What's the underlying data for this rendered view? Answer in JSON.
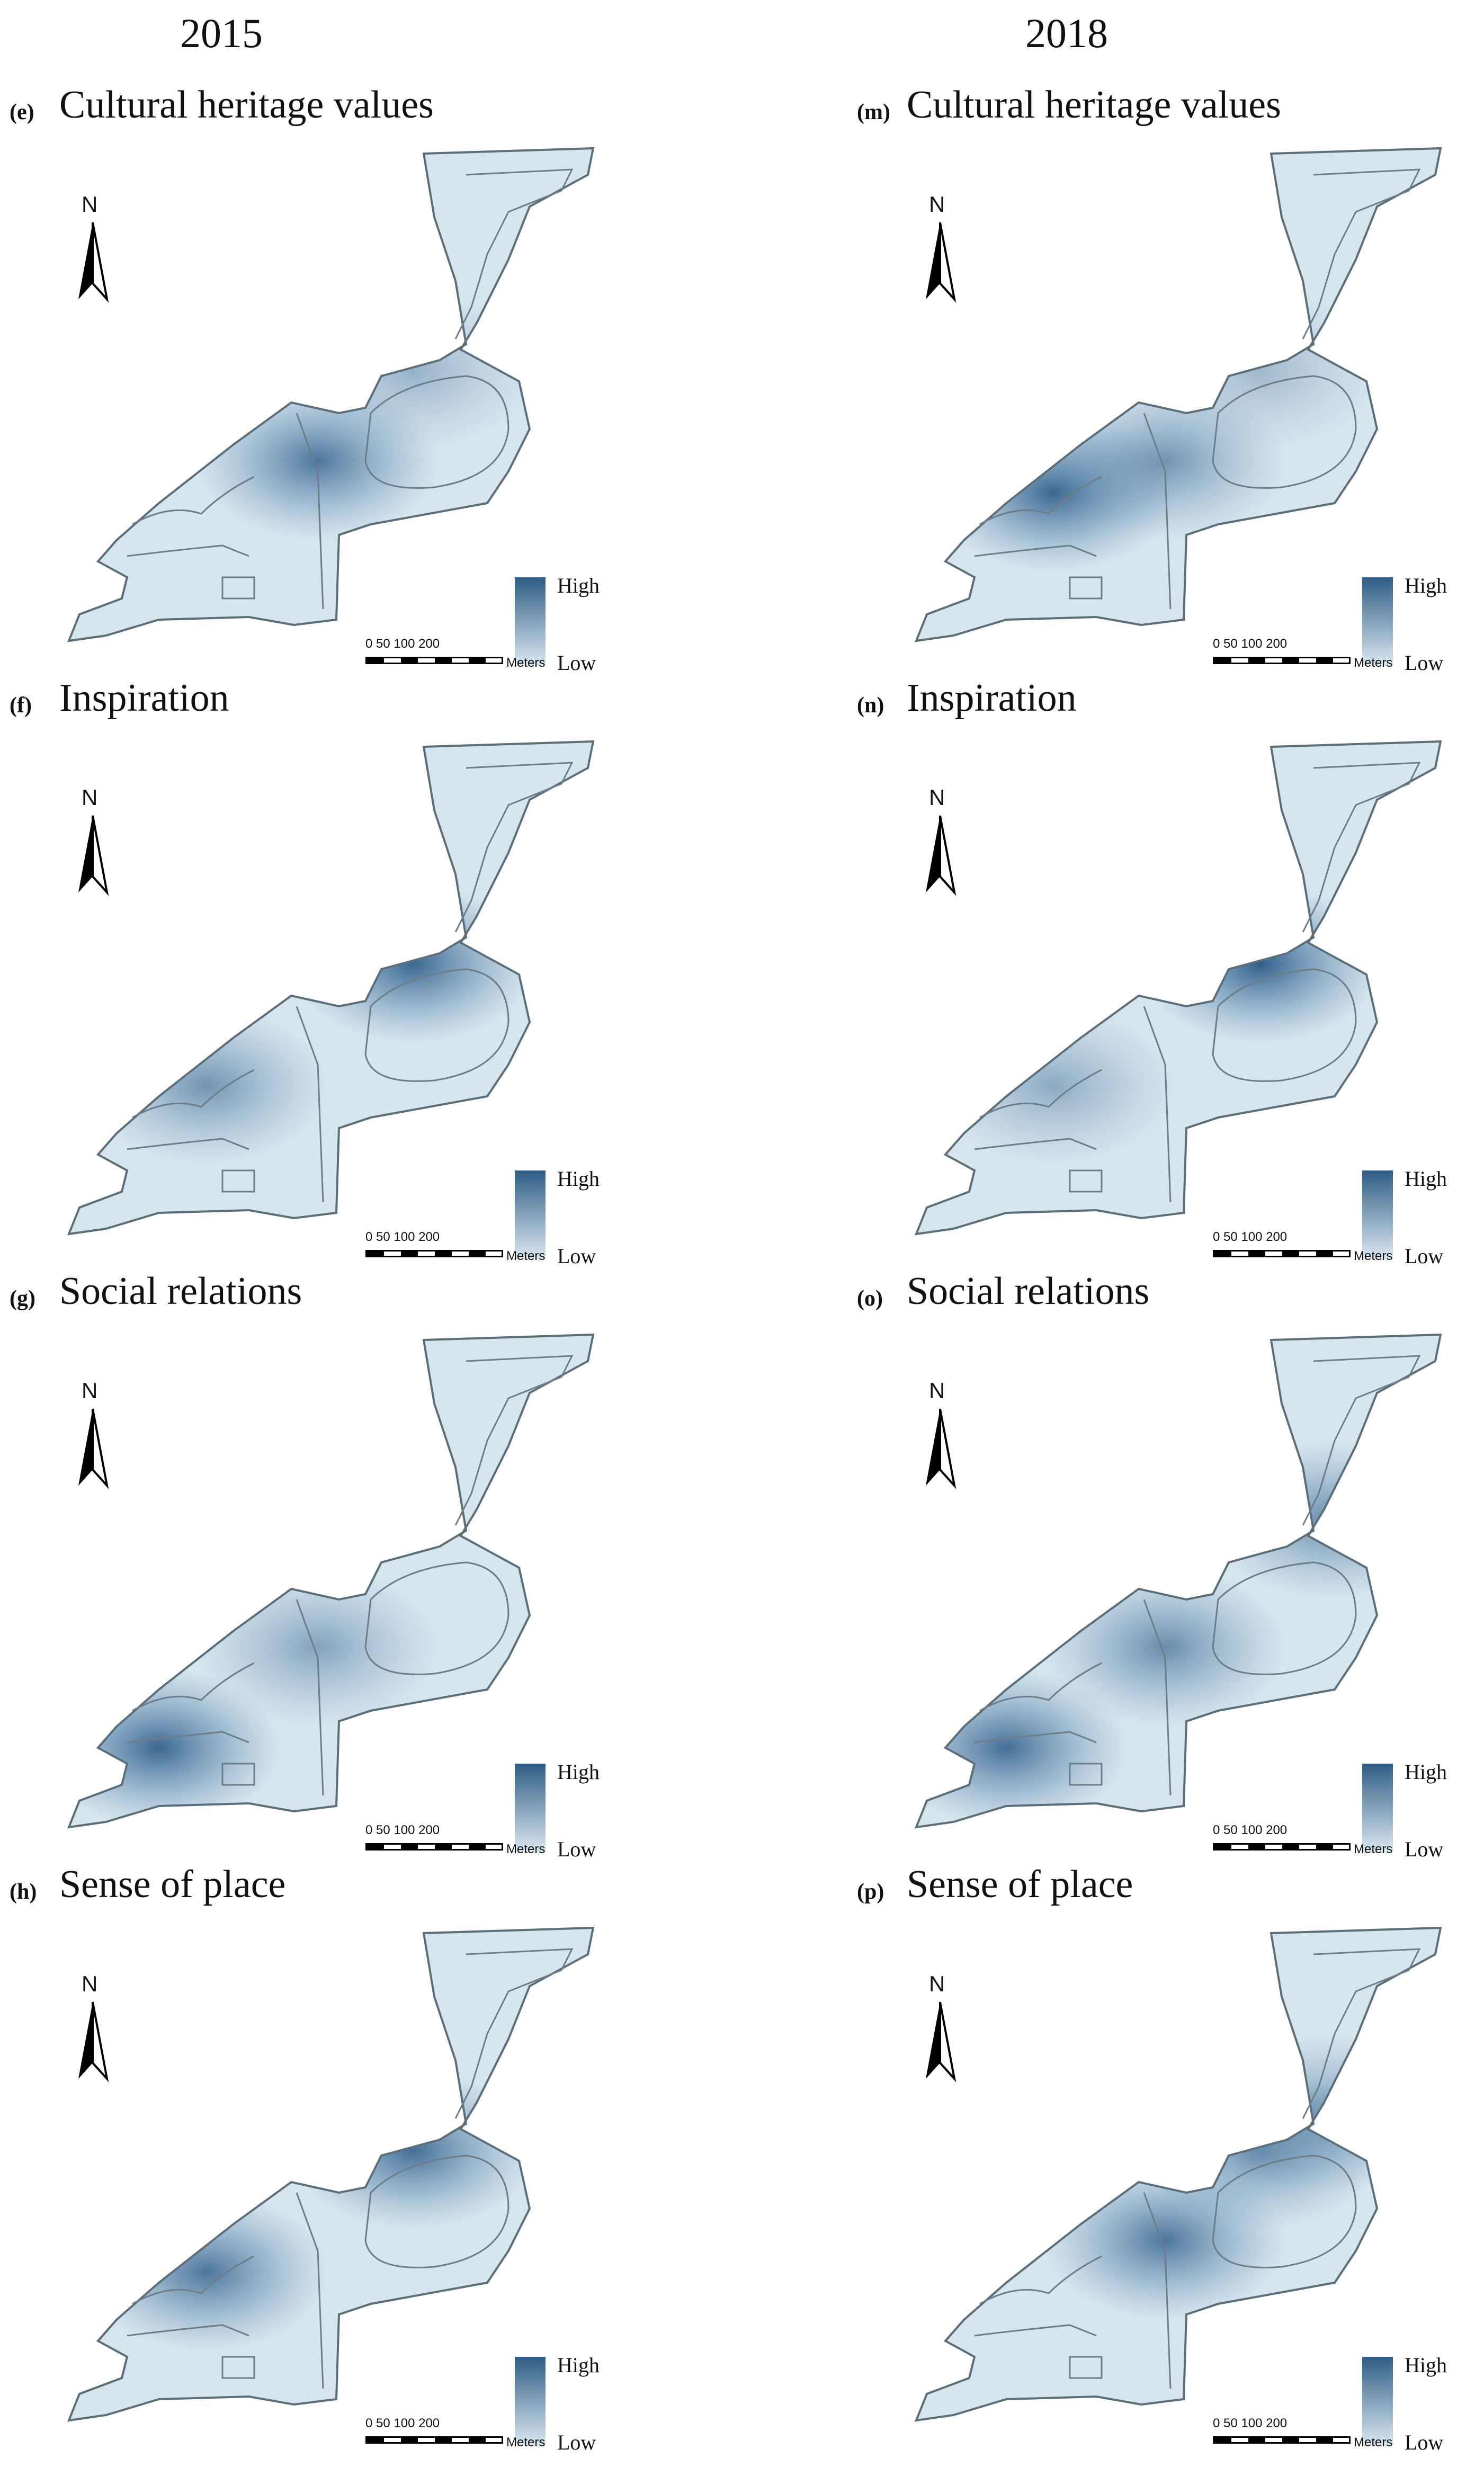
{
  "headers": {
    "left": "2015",
    "right": "2018"
  },
  "panels": [
    {
      "label": "(e)",
      "title": "Cultural heritage values",
      "hotspots": [
        [
          "middle",
          0.75
        ],
        [
          "east",
          0.35
        ]
      ]
    },
    {
      "label": "(m)",
      "title": "Cultural heritage values",
      "hotspots": [
        [
          "west",
          0.85
        ],
        [
          "middle",
          0.55
        ],
        [
          "east",
          0.3
        ]
      ]
    },
    {
      "label": "(f)",
      "title": "Inspiration",
      "hotspots": [
        [
          "east",
          0.85
        ],
        [
          "west",
          0.55
        ]
      ]
    },
    {
      "label": "(n)",
      "title": "Inspiration",
      "hotspots": [
        [
          "east",
          0.9
        ],
        [
          "west",
          0.4
        ]
      ]
    },
    {
      "label": "(g)",
      "title": "Social relations",
      "hotspots": [
        [
          "southwest",
          0.85
        ],
        [
          "middle",
          0.45
        ]
      ]
    },
    {
      "label": "(o)",
      "title": "Social relations",
      "hotspots": [
        [
          "southwest",
          0.8
        ],
        [
          "middle",
          0.6
        ],
        [
          "neck",
          0.6
        ]
      ]
    },
    {
      "label": "(h)",
      "title": "Sense of place",
      "hotspots": [
        [
          "west",
          0.75
        ],
        [
          "east",
          0.8
        ]
      ]
    },
    {
      "label": "(p)",
      "title": "Sense of place",
      "hotspots": [
        [
          "middle",
          0.75
        ],
        [
          "east",
          0.6
        ],
        [
          "neck",
          0.5
        ]
      ]
    }
  ],
  "north_label": "N",
  "legend": {
    "high": "High",
    "low": "Low",
    "color_high": "#2e5d85",
    "color_low": "#dce9f1"
  },
  "scale": {
    "ticks": "0   50 100      200",
    "unit": "Meters"
  }
}
